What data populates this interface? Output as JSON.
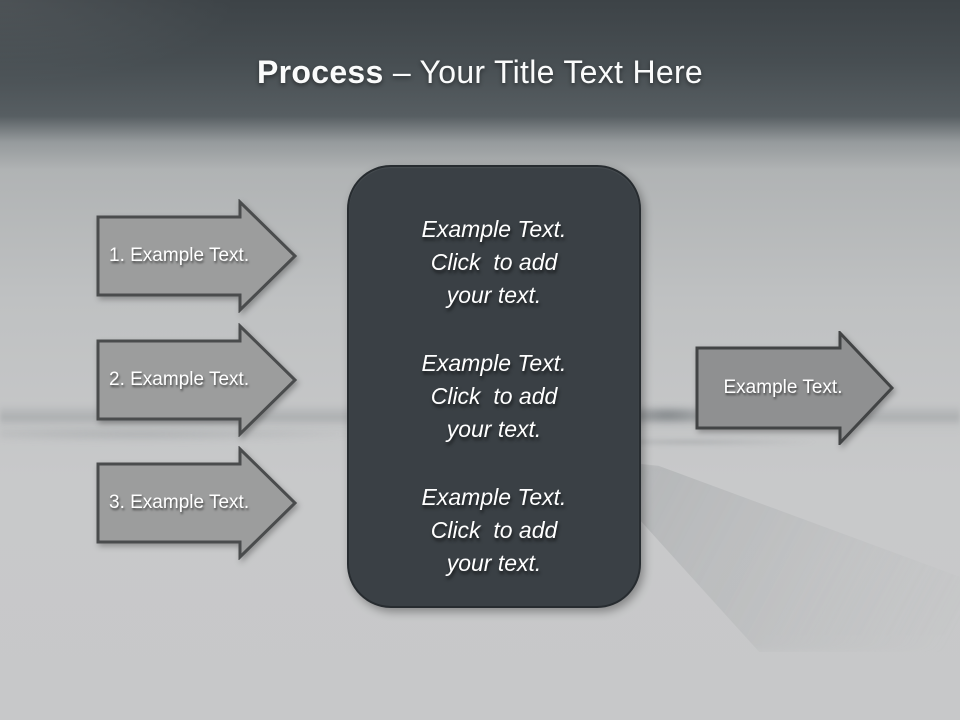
{
  "slide": {
    "header": {
      "title_bold": "Process",
      "title_rest": " – Your Title Text Here"
    },
    "left_arrows": [
      {
        "label": "1. Example Text."
      },
      {
        "label": "2. Example Text."
      },
      {
        "label": "3. Example Text."
      }
    ],
    "center_box": {
      "paragraphs": [
        {
          "lines": [
            "Example Text.",
            "Click  to add",
            "your text."
          ]
        },
        {
          "lines": [
            "Example Text.",
            "Click  to add",
            "your text."
          ]
        },
        {
          "lines": [
            "Example Text.",
            "Click  to add",
            "your text."
          ]
        }
      ]
    },
    "right_arrow": {
      "label": "Example Text."
    },
    "colors": {
      "header_top": "#3d4347",
      "header_bottom": "#575e62",
      "background": "#c7c8c9",
      "arrow_fill": "#9c9d9d",
      "arrow_border": "#4a4c4d",
      "right_arrow_fill": "#8f9091",
      "right_arrow_border": "#424445",
      "box_fill": "#3a4045",
      "box_border": "#272c30",
      "text": "#ffffff"
    }
  }
}
